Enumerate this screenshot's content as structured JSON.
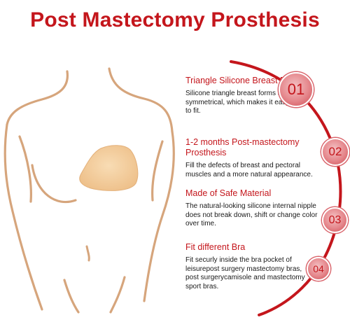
{
  "title": "Post Mastectomy Prosthesis",
  "colors": {
    "accent": "#c4161c",
    "outline": "#d6a57c",
    "form": "#f2cd9c"
  },
  "features": [
    {
      "number": "01",
      "heading": "Triangle Silicone Breast Form",
      "description": "Silicone triangle breast forms are symmetrical, which makes it easy to fit."
    },
    {
      "number": "02",
      "heading": "1-2 months Post-mastectomy Prosthesis",
      "description": "Fill the defects of breast and pectoral muscles and a more natural appearance."
    },
    {
      "number": "03",
      "heading": "Made of Safe Material",
      "description": "The natural-looking silicone internal nipple does not break down, shift or change color over time."
    },
    {
      "number": "04",
      "heading": "Fit different Bra",
      "description": "Fit securly inside the bra pocket of leisurepost surgery mastectomy bras, post surgerycamisole and mastectomy sport bras."
    }
  ]
}
